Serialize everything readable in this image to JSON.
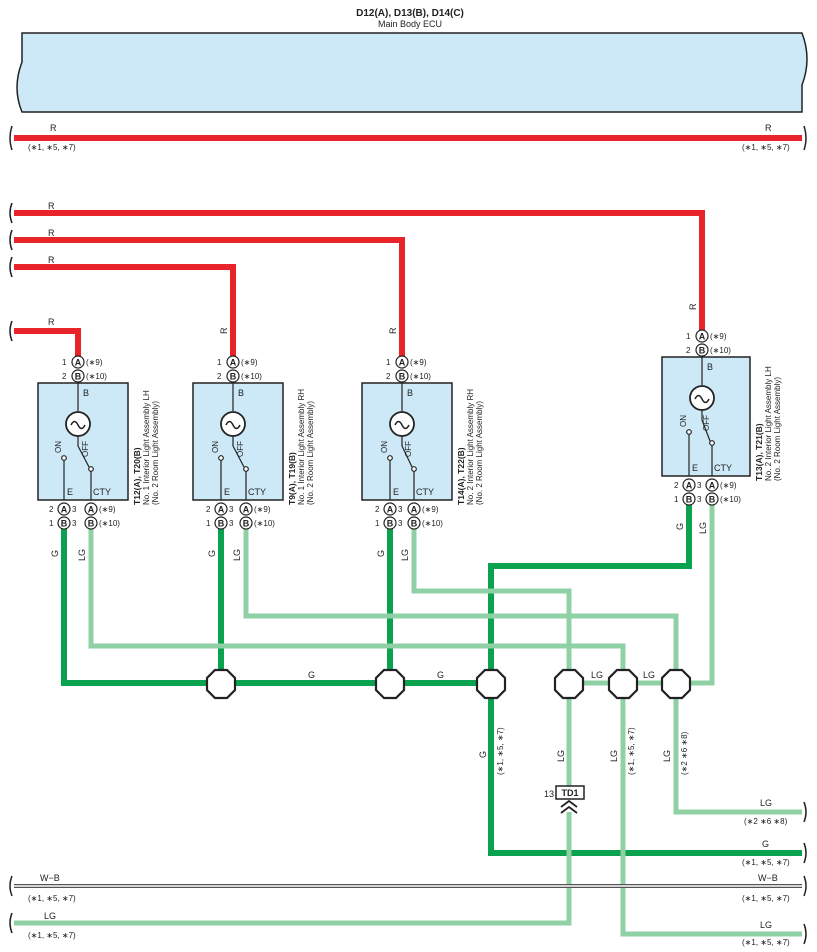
{
  "ecu": {
    "title": "D12(A), D13(B), D14(C)",
    "subtitle": "Main Body ECU"
  },
  "top_wire": {
    "color": "R",
    "left_note": "(∗1, ∗5, ∗7)",
    "right_note": "(∗1, ∗5, ∗7)"
  },
  "wire_labels": {
    "r": "R",
    "g": "G",
    "lg": "LG",
    "wb": "W−B"
  },
  "pins": {
    "a": "A",
    "b": "B",
    "p1": "1",
    "p2": "2",
    "p3": "3",
    "v9": "(∗9)",
    "v10": "(∗10)"
  },
  "switch_labels": {
    "b": "B",
    "on": "ON",
    "off": "OFF",
    "e": "E",
    "cty": "CTY"
  },
  "components": [
    {
      "id": "T12(A), T20(B)",
      "line1": "No. 1 Interior Light Assembly LH",
      "line2": "(No. 2 Room Light Assembly)"
    },
    {
      "id": "T9(A), T19(B)",
      "line1": "No. 1 Interior Light Assembly RH",
      "line2": "(No. 2 Room Light Assembly)"
    },
    {
      "id": "T14(A), T22(B)",
      "line1": "No. 2 Interior Light Assembly RH",
      "line2": "(No. 2 Room Light Assembly)"
    },
    {
      "id": "T13(A), T21(B)",
      "line1": "No. 2 Interior Light Assembly LH",
      "line2": "(No. 2 Room Light Assembly)"
    }
  ],
  "notes": {
    "n157": "(∗1, ∗5, ∗7)",
    "n268": "(∗2 ∗6 ∗8)"
  },
  "connector": {
    "name": "TD1",
    "pin": "13"
  },
  "bottom_wires": [
    {
      "color": "LG",
      "note": "(∗2 ∗6 ∗8)"
    },
    {
      "color": "G",
      "note": "(∗1, ∗5, ∗7)"
    },
    {
      "color": "W−B",
      "note": "(∗1, ∗5, ∗7)"
    },
    {
      "color": "LG",
      "note": "(∗1, ∗5, ∗7)"
    }
  ]
}
